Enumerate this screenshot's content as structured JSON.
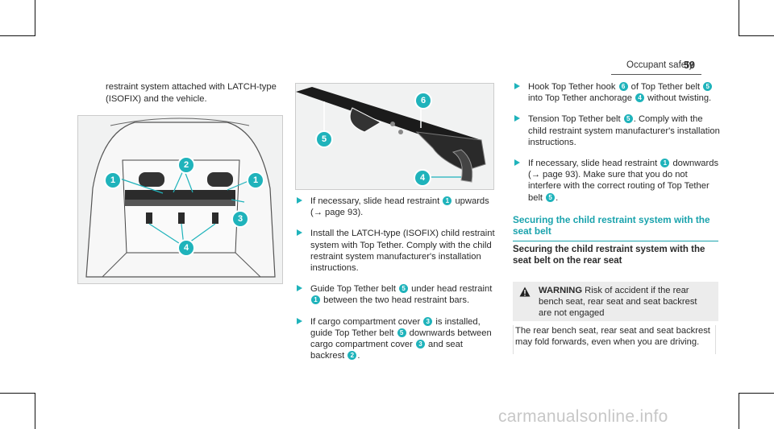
{
  "header": {
    "title": "Occupant safety",
    "page": "59"
  },
  "intro": "restraint system attached with LATCH-type (ISOFIX) and the vehicle.",
  "figure1": {
    "callouts": [
      "1",
      "2",
      "1",
      "3",
      "4"
    ]
  },
  "figure2": {
    "callouts": [
      "6",
      "5",
      "4"
    ]
  },
  "steps_mid": [
    {
      "parts": [
        "If necessary, slide head restraint ",
        "1",
        " upwards (→ page 93)."
      ]
    },
    {
      "parts": [
        "Install the LATCH-type (ISOFIX) child restraint system with Top Tether. Comply with the child restraint system manufacturer's installation instructions."
      ]
    },
    {
      "parts": [
        "Guide Top Tether belt ",
        "5",
        " under head restraint ",
        "1",
        " between the two head restraint bars."
      ]
    },
    {
      "parts": [
        "If cargo compartment cover ",
        "3",
        " is installed, guide Top Tether belt ",
        "5",
        " downwards between cargo compartment cover ",
        "3",
        " and seat backrest ",
        "2",
        "."
      ]
    }
  ],
  "steps_right": [
    {
      "parts": [
        "Hook Top Tether hook ",
        "6",
        " of Top Tether belt ",
        "5",
        " into Top Tether anchorage ",
        "4",
        " without twisting."
      ]
    },
    {
      "parts": [
        "Tension Top Tether belt ",
        "5",
        ". Comply with the child restraint system manufacturer's installation instructions."
      ]
    },
    {
      "parts": [
        "If necessary, slide head restraint ",
        "1",
        " downwards (→ page 93). Make sure that you do not interfere with the correct routing of Top Tether belt ",
        "5",
        "."
      ]
    }
  ],
  "section_title": "Securing the child restraint system with the seat belt",
  "subsection_title": "Securing the child restraint system with the seat belt on the rear seat",
  "warning": {
    "label": "WARNING",
    "head": " Risk of accident if the rear bench seat, rear seat and seat backrest are not engaged",
    "body": "The rear bench seat, rear seat and seat backrest may fold forwards, even when you are driving."
  },
  "watermark": "carmanualsonline.info",
  "colors": {
    "accent": "#1fb3bb",
    "section": "#1aa3ad"
  }
}
